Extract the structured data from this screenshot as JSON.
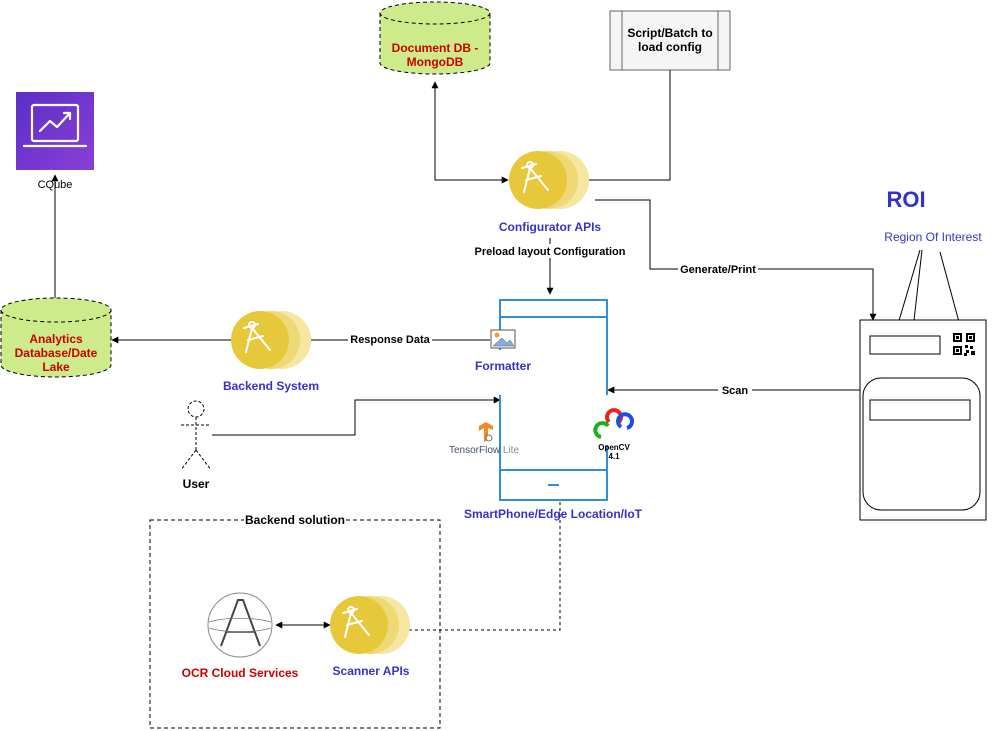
{
  "nodes": {
    "docdb": {
      "label_line1": "Document DB -",
      "label_line2": "MongoDB"
    },
    "script": {
      "label_line1": "Script/Batch to",
      "label_line2": "load config"
    },
    "cqube": {
      "label": "CQube"
    },
    "configurator": {
      "label": "Configurator APIs",
      "sublabel": "Preload layout Configuration"
    },
    "roi": {
      "title": "ROI",
      "subtitle": "Region Of Interest"
    },
    "analytics": {
      "label_line1": "Analytics",
      "label_line2": "Database/Date",
      "label_line3": "Lake"
    },
    "backend_system": {
      "label": "Backend System"
    },
    "formatter": {
      "label": "Formatter"
    },
    "user": {
      "label": "User"
    },
    "tensorflow": {
      "label_main": "TensorFlow",
      "label_lite": "Lite"
    },
    "opencv": {
      "label_main": "OpenCV",
      "label_version": "4.1"
    },
    "smartphone": {
      "label": "SmartPhone/Edge Location/IoT"
    },
    "backend_solution": {
      "label": "Backend solution"
    },
    "ocr": {
      "label": "OCR Cloud Services"
    },
    "scanner": {
      "label": "Scanner APIs"
    }
  },
  "edges": {
    "generate_print": "Generate/Print",
    "response_data": "Response Data",
    "scan": "Scan"
  },
  "colors": {
    "db_fill": "#cdeb8b",
    "api_yellow": "#e6c83a",
    "api_yellow_light": "#f5e6a0",
    "blue_label": "#3333cc",
    "red_label": "#cc0000",
    "phone_blue": "#2f8fdb",
    "cqube_purple": "#6b2fc9",
    "roi_blue": "#3333cc"
  },
  "icons": [
    "line-chart-icon",
    "compass-icon",
    "image-icon",
    "tensorflow-logo-icon",
    "opencv-logo-icon",
    "qr-code-icon",
    "ocr-letter-a-icon",
    "stick-figure-icon"
  ]
}
